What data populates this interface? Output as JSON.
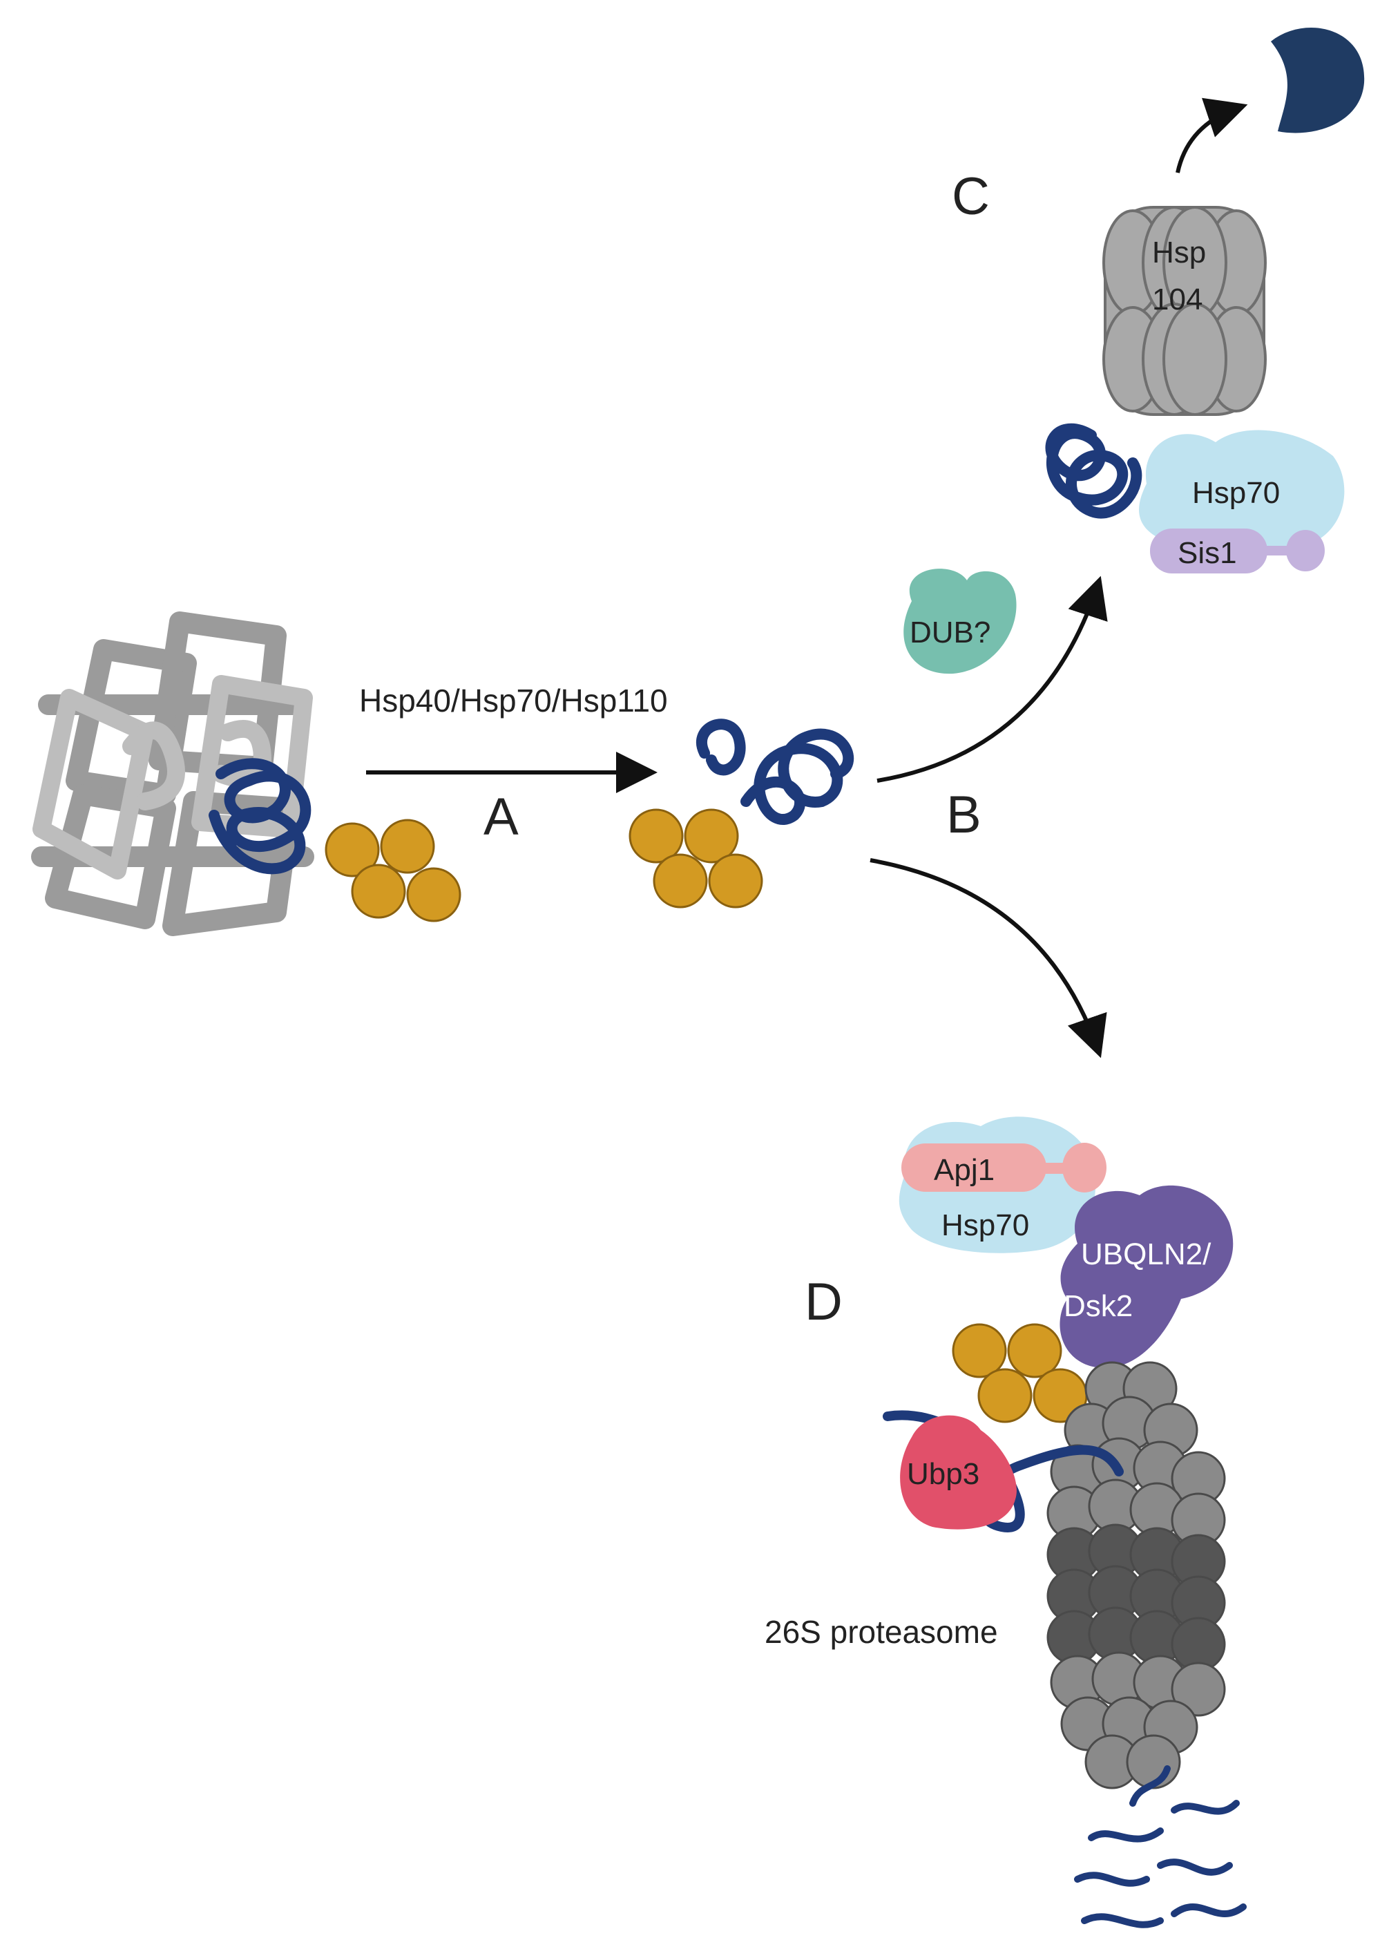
{
  "labels": {
    "reaction": "Hsp40/Hsp70/Hsp110",
    "step_a": "A",
    "step_b": "B",
    "step_c": "C",
    "step_d": "D",
    "dub": "DUB?",
    "hsp104_line1": "Hsp",
    "hsp104_line2": "104",
    "hsp70_top": "Hsp70",
    "sis1": "Sis1",
    "apj1": "Apj1",
    "hsp70_bottom": "Hsp70",
    "ubqln2_line1": "UBQLN2/",
    "ubqln2_line2": "Dsk2",
    "ubp3": "Ubp3",
    "proteasome": "26S proteasome"
  },
  "colors": {
    "aggregate_gray": "#a9a9a9",
    "ubiquitin_gold": "#d39a22",
    "substrate_navy": "#1e3a7a",
    "folded_protein": "#1f3b63",
    "hsp70_blue": "#bfe3f0",
    "sis1_lavender": "#c3b2dd",
    "apj1_pink": "#f0a9a9",
    "dub_teal": "#77bfae",
    "ubqln2_purple": "#6b5a9e",
    "ubp3_red": "#e1506a",
    "proteasome_dark": "#555555",
    "proteasome_light": "#8a8a8a",
    "arrow": "#111111"
  }
}
